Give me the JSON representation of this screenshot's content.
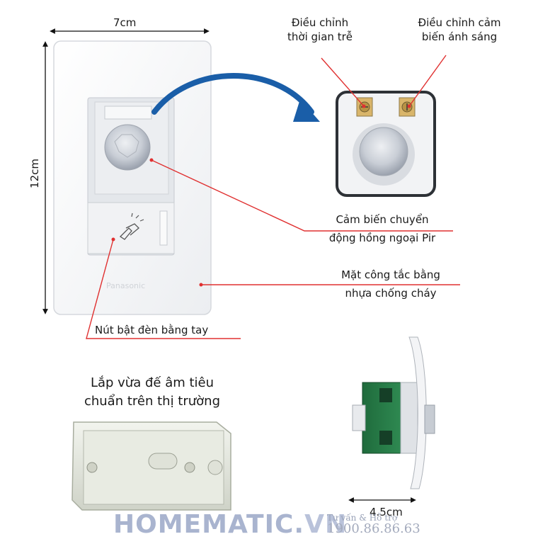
{
  "dimensions": {
    "width": "7cm",
    "height": "12cm",
    "depth": "4.5cm"
  },
  "callouts": {
    "delay_line1": "Điều chỉnh",
    "delay_line2": "thời gian trễ",
    "light_line1": "Điều chỉnh cảm",
    "light_line2": "biến ánh sáng",
    "pir_line1": "Cảm biến chuyển",
    "pir_line2": "động hồng ngoại Pir",
    "face_line1": "Mặt công tắc bằng",
    "face_line2": "nhựa chống cháy",
    "button": "Nút bật đèn bằng tay"
  },
  "fit": {
    "line1": "Lắp vừa đế âm tiêu",
    "line2": "chuẩn trên thị trường"
  },
  "device": {
    "brand_mark": "Panasonic"
  },
  "footer": {
    "brand_main": "HOMEMATIC.",
    "brand_domain": "VN",
    "contact_label": "Tư vấn & Hỗ trợ",
    "phone": "1900.86.86.63"
  },
  "colors": {
    "arrow_blue": "#1a5ea8",
    "callout_red": "#e03030"
  }
}
